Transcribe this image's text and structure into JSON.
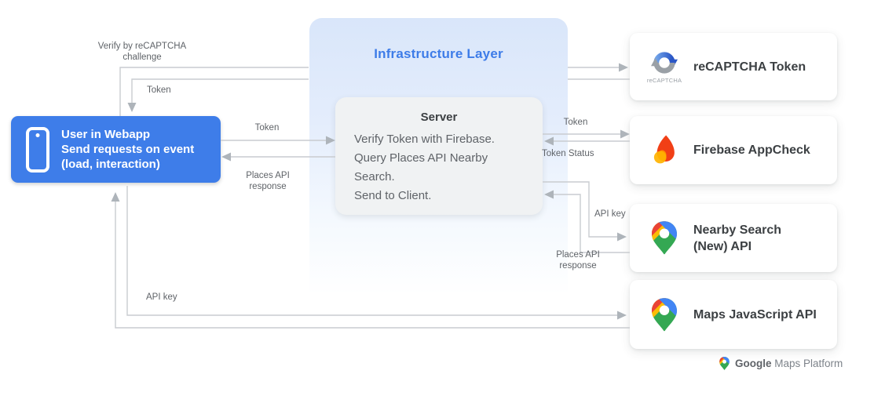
{
  "user_box": {
    "lines": [
      "User in Webapp",
      "Send requests on event",
      "(load, interaction)"
    ]
  },
  "infrastructure": {
    "title": "Infrastructure Layer"
  },
  "server": {
    "title": "Server",
    "lines": [
      "Verify Token with Firebase.",
      "Query Places API Nearby Search.",
      "Send to Client."
    ]
  },
  "cards": [
    {
      "label": "reCAPTCHA Token",
      "icon": "recaptcha-icon",
      "caption": "reCAPTCHA"
    },
    {
      "label": "Firebase AppCheck",
      "icon": "firebase-icon"
    },
    {
      "label": "Nearby Search (New) API",
      "icon": "maps-pin-icon"
    },
    {
      "label": "Maps JavaScript API",
      "icon": "maps-pin-icon"
    }
  ],
  "flow_labels": [
    {
      "id": "verify-recaptcha-challenge",
      "label": "Verify by reCAPTCHA challenge"
    },
    {
      "id": "recaptcha-token-return",
      "label": "Token"
    },
    {
      "id": "token-user-to-server",
      "label": "Token"
    },
    {
      "id": "places-response-to-user",
      "label": "Places API response"
    },
    {
      "id": "token-server-to-firebase",
      "label": "Token"
    },
    {
      "id": "token-status",
      "label": "Token Status"
    },
    {
      "id": "api-key-server-to-nearby",
      "label": "API key"
    },
    {
      "id": "places-response-to-server",
      "label": "Places API response"
    },
    {
      "id": "api-key-user-to-maps",
      "label": "API key"
    }
  ],
  "footer": {
    "brand_primary": "Google",
    "brand_secondary": "Maps Platform"
  },
  "colors": {
    "accent_blue": "#3e7de9",
    "infra_title_blue": "#3d7ce8",
    "line_gray": "#c9ccd0",
    "arrowhead_gray": "#aeb4ba",
    "label_gray": "#5f6368",
    "card_title": "#3c4043"
  }
}
